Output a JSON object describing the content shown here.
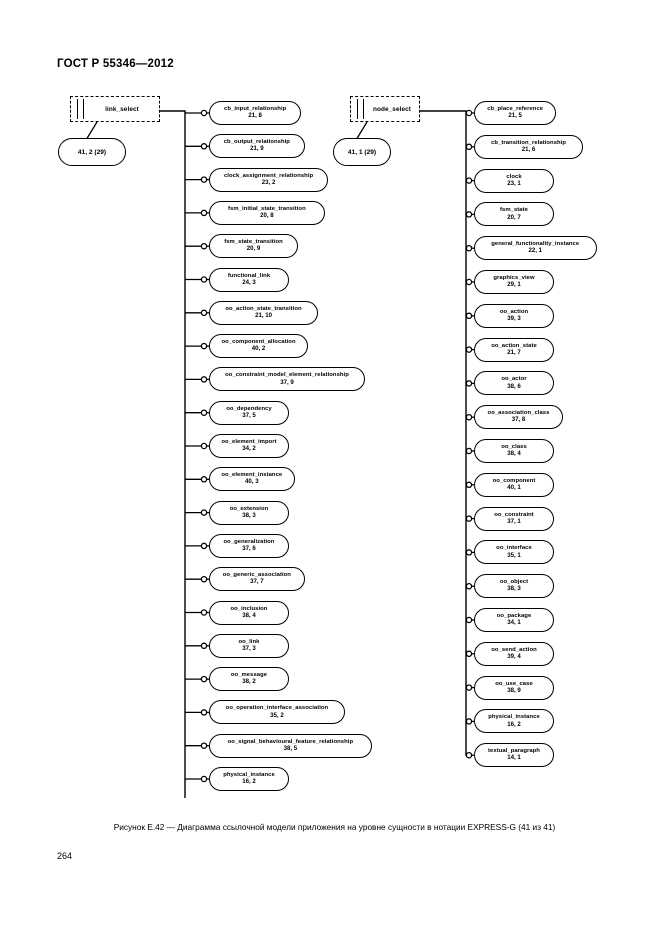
{
  "document": {
    "standard_header": "ГОСТ Р 55346—2012",
    "caption": "Рисунок Е.42 — Диаграмма ссылочной модели приложения на уровне сущности в нотации EXPRESS-G (41 из 41)",
    "page_number": "264"
  },
  "diagram": {
    "notation": "EXPRESS-G",
    "select_boxes": [
      {
        "label": "link_select",
        "page_ref": "41, 2 (29)"
      },
      {
        "label": "node_select",
        "page_ref": "41, 1 (29)"
      }
    ],
    "left_column": [
      {
        "name": "cb_input_relationship",
        "ref": "21, 8"
      },
      {
        "name": "cb_output_relationship",
        "ref": "21, 9"
      },
      {
        "name": "clock_assignment_relationship",
        "ref": "23, 2"
      },
      {
        "name": "fsm_initial_state_transition",
        "ref": "20, 8"
      },
      {
        "name": "fsm_state_transition",
        "ref": "20, 9"
      },
      {
        "name": "functional_link",
        "ref": "24, 3"
      },
      {
        "name": "oo_action_state_transition",
        "ref": "21, 10"
      },
      {
        "name": "oo_component_allocation",
        "ref": "40, 2"
      },
      {
        "name": "oo_constraint_model_element_relationship",
        "ref": "37, 9"
      },
      {
        "name": "oo_dependency",
        "ref": "37, 5"
      },
      {
        "name": "oo_element_import",
        "ref": "34, 2"
      },
      {
        "name": "oo_element_instance",
        "ref": "40, 3"
      },
      {
        "name": "oo_extension",
        "ref": "38, 3"
      },
      {
        "name": "oo_generalization",
        "ref": "37, 6"
      },
      {
        "name": "oo_generic_association",
        "ref": "37, 7"
      },
      {
        "name": "oo_inclusion",
        "ref": "38, 4"
      },
      {
        "name": "oo_link",
        "ref": "37, 3"
      },
      {
        "name": "oo_message",
        "ref": "38, 2"
      },
      {
        "name": "oo_operation_interface_association",
        "ref": "35, 2"
      },
      {
        "name": "oo_signal_behavioural_feature_relationship",
        "ref": "38, 5"
      },
      {
        "name": "physical_instance",
        "ref": "16, 2"
      }
    ],
    "right_column": [
      {
        "name": "cb_place_reference",
        "ref": "21, 5"
      },
      {
        "name": "cb_transition_relationship",
        "ref": "21, 6"
      },
      {
        "name": "clock",
        "ref": "23, 1"
      },
      {
        "name": "fsm_state",
        "ref": "20, 7"
      },
      {
        "name": "general_functionality_instance",
        "ref": "22, 1"
      },
      {
        "name": "graphics_view",
        "ref": "29, 1"
      },
      {
        "name": "oo_action",
        "ref": "39, 3"
      },
      {
        "name": "oo_action_state",
        "ref": "21, 7"
      },
      {
        "name": "oo_actor",
        "ref": "38, 6"
      },
      {
        "name": "oo_association_class",
        "ref": "37, 8"
      },
      {
        "name": "oo_class",
        "ref": "38, 4"
      },
      {
        "name": "oo_component",
        "ref": "40, 1"
      },
      {
        "name": "oo_constraint",
        "ref": "37, 1"
      },
      {
        "name": "oo_interface",
        "ref": "35, 1"
      },
      {
        "name": "oo_object",
        "ref": "38, 3"
      },
      {
        "name": "oo_package",
        "ref": "34, 1"
      },
      {
        "name": "oo_send_action",
        "ref": "39, 4"
      },
      {
        "name": "oo_use_case",
        "ref": "38, 9"
      },
      {
        "name": "physical_instance",
        "ref": "16, 2"
      },
      {
        "name": "textual_paragraph",
        "ref": "14, 1"
      }
    ]
  }
}
